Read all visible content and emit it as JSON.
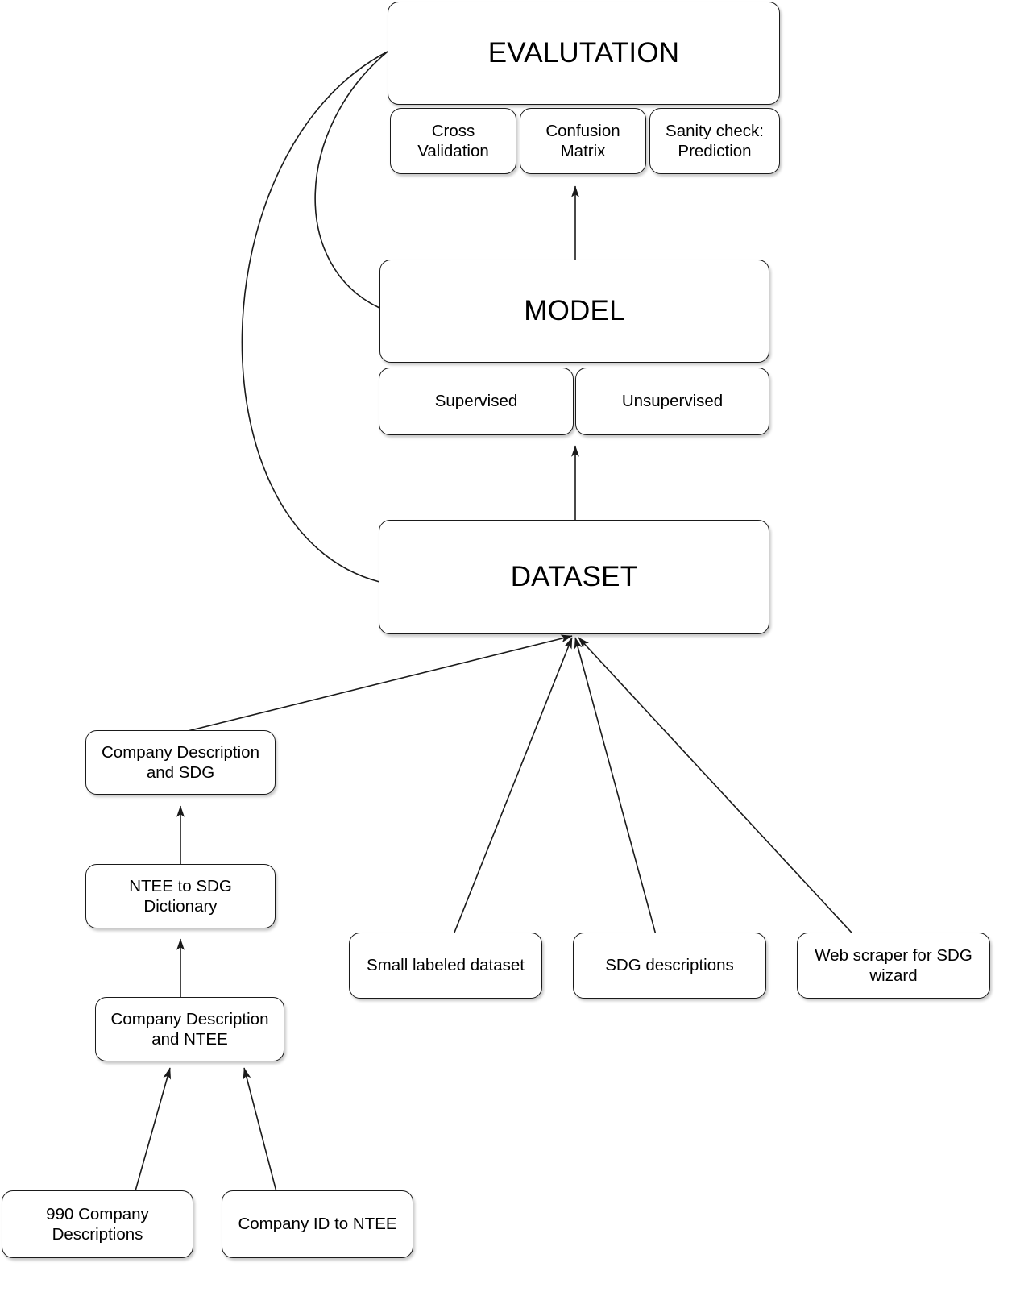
{
  "diagram": {
    "title": "Machine learning pipeline flowchart",
    "background_color": "#ffffff",
    "node_fill": "#ffffff",
    "node_stroke": "#1a1a1a",
    "edge_color": "#1a1a1a"
  },
  "nodes": {
    "evaluation": {
      "label": "EVALUTATION"
    },
    "cross_validation": {
      "label": "Cross\nValidation"
    },
    "confusion_matrix": {
      "label": "Confusion\nMatrix"
    },
    "sanity_check": {
      "label": "Sanity check:\nPrediction"
    },
    "model": {
      "label": "MODEL"
    },
    "supervised": {
      "label": "Supervised"
    },
    "unsupervised": {
      "label": "Unsupervised"
    },
    "dataset": {
      "label": "DATASET"
    },
    "company_description_sdg": {
      "label": "Company Description\nand SDG"
    },
    "ntee_to_sdg_dictionary": {
      "label": "NTEE to SDG\nDictionary"
    },
    "company_description_ntee": {
      "label": "Company Description\nand NTEE"
    },
    "company_descriptions_990": {
      "label": "990 Company\nDescriptions"
    },
    "company_id_to_ntee": {
      "label": "Company ID to NTEE"
    },
    "small_labeled_dataset": {
      "label": "Small labeled dataset"
    },
    "sdg_descriptions": {
      "label": "SDG descriptions"
    },
    "web_scraper_sdg_wizard": {
      "label": "Web scraper for SDG\nwizard"
    }
  },
  "edges": [
    {
      "from": "model",
      "to": "confusion_matrix",
      "style": "straight-arrow"
    },
    {
      "from": "dataset",
      "to": "supervised",
      "style": "straight-arrow"
    },
    {
      "from": "dataset",
      "to": "evaluation",
      "style": "curve"
    },
    {
      "from": "model",
      "to": "evaluation",
      "style": "curve"
    },
    {
      "from": "company_description_sdg",
      "to": "dataset",
      "style": "straight-arrow"
    },
    {
      "from": "small_labeled_dataset",
      "to": "dataset",
      "style": "straight-arrow"
    },
    {
      "from": "sdg_descriptions",
      "to": "dataset",
      "style": "straight-arrow"
    },
    {
      "from": "web_scraper_sdg_wizard",
      "to": "dataset",
      "style": "straight-arrow"
    },
    {
      "from": "ntee_to_sdg_dictionary",
      "to": "company_description_sdg",
      "style": "straight-arrow"
    },
    {
      "from": "company_description_ntee",
      "to": "ntee_to_sdg_dictionary",
      "style": "straight-arrow"
    },
    {
      "from": "company_descriptions_990",
      "to": "company_description_ntee",
      "style": "straight-arrow"
    },
    {
      "from": "company_id_to_ntee",
      "to": "company_description_ntee",
      "style": "straight-arrow"
    }
  ]
}
